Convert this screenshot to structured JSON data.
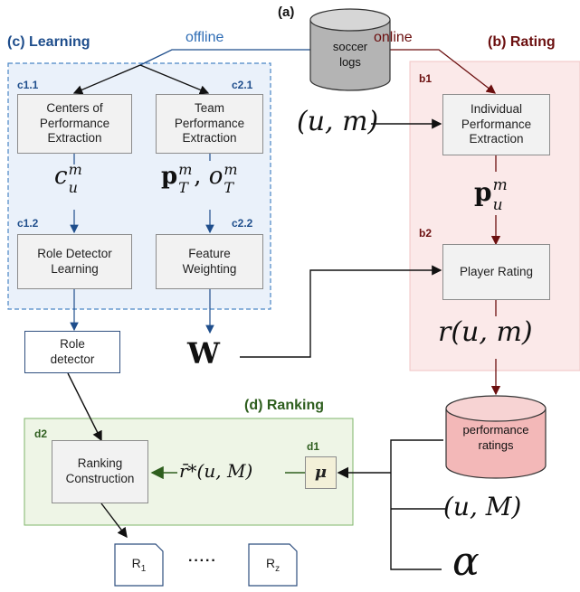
{
  "header": {
    "panel_a": "(a)",
    "soccer_logs": "soccer\nlogs",
    "offline": "offline",
    "online": "online"
  },
  "learning": {
    "title": "(c) Learning",
    "c11": "c1.1",
    "c11_box": "Centers of\nPerformance\nExtraction",
    "c21": "c2.1",
    "c21_box": "Team\nPerformance\nExtraction",
    "c12": "c1.2",
    "c12_box": "Role Detector\nLearning",
    "c22": "c2.2",
    "c22_box": "Feature\nWeighting",
    "role_detector": "Role\ndetector"
  },
  "rating": {
    "title": "(b) Rating",
    "b1": "b1",
    "b1_box": "Individual\nPerformance\nExtraction",
    "b2": "b2",
    "b2_box": "Player Rating",
    "input_um": "(u, m)",
    "r_um": "r(u, m)",
    "performance_ratings": "performance\nratings"
  },
  "ranking": {
    "title": "(d) Ranking",
    "d1": "d1",
    "d2": "d2",
    "d2_box": "Ranking\nConstruction",
    "mu": "μ",
    "rstar": "r̄*(u, M)",
    "input_uM": "(u, M)",
    "alpha": "α",
    "ellipsis": "·····"
  },
  "math": {
    "c_sym": "c",
    "c_sup": "m",
    "c_sub": "u",
    "p_sym": "p",
    "pT_sup": "m",
    "pT_sub": "T",
    "comma": ", ",
    "o_sym": "o",
    "oT_sup": "m",
    "oT_sub": "T",
    "pu_sup": "m",
    "pu_sub": "u",
    "W": "W"
  },
  "outputs": {
    "r1": "R",
    "r1_sub": "1",
    "rz": "R",
    "rz_sub": "z"
  },
  "colors": {
    "blue": "#1f4e8c",
    "dark_red": "#6b0f0f",
    "green": "#2e5e1e",
    "rating_bg": "#fbe9e9",
    "ranking_bg": "#eef5e6",
    "learning_bg": "#eaf1fa"
  }
}
